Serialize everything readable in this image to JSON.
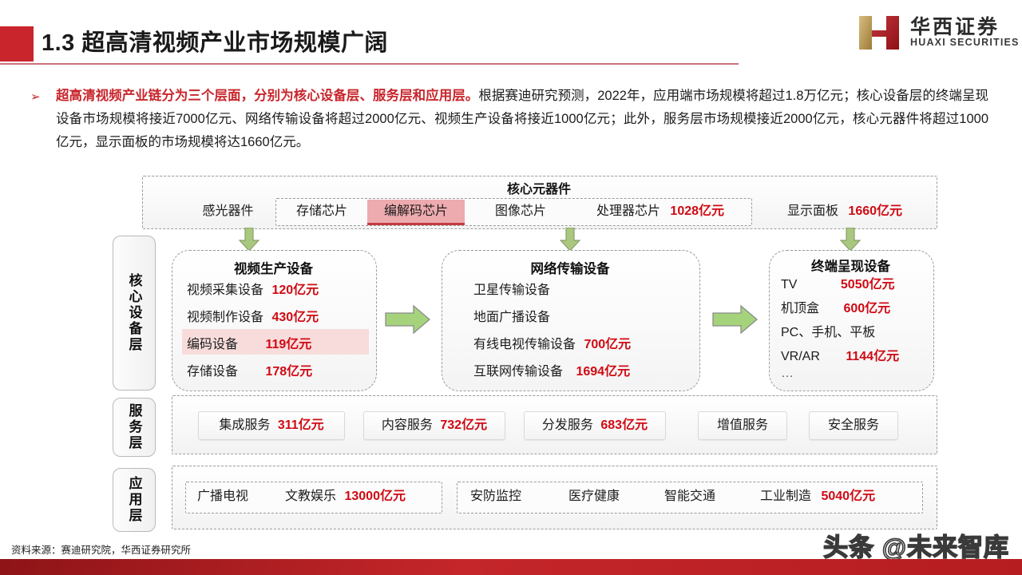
{
  "header": {
    "title": "1.3 超高清视频产业市场规模广阔",
    "accent_color": "#c8262c",
    "logo": {
      "cn": "华西证券",
      "en": "HUAXI SECURITIES",
      "gold": "#b99750",
      "red": "#b5202a"
    }
  },
  "bullet": {
    "marker": "➢",
    "highlight": "超高清视频产业链分为三个层面，分别为核心设备层、服务层和应用层。",
    "body": "根据赛迪研究预测，2022年，应用端市场规模将超过1.8万亿元；核心设备层的终端呈现设备市场规模将接近7000亿元、网络传输设备将超过2000亿元、视频生产设备将接近1000亿元；此外，服务层市场规模接近2000亿元，核心元器件将超过1000亿元，显示面板的市场规模将达1660亿元。"
  },
  "diagram": {
    "core_components": {
      "title": "核心元器件",
      "outside_left": {
        "label": "感光器件",
        "value": ""
      },
      "inner": [
        {
          "label": "存储芯片",
          "value": ""
        },
        {
          "label": "编解码芯片",
          "value": "",
          "highlight": true
        },
        {
          "label": "图像芯片",
          "value": ""
        },
        {
          "label": "处理器芯片",
          "value": "1028亿元"
        }
      ],
      "outside_right": {
        "label": "显示面板",
        "value": "1660亿元"
      }
    },
    "layers": {
      "core_equipment": "核心设备层",
      "service": "服务层",
      "application": "应用层"
    },
    "device_boxes": [
      {
        "title": "视频生产设备",
        "rows": [
          {
            "label": "视频采集设备",
            "value": "120亿元",
            "highlight": false
          },
          {
            "label": "视频制作设备",
            "value": "430亿元",
            "highlight": false
          },
          {
            "label": "编码设备",
            "value": "119亿元",
            "highlight": true
          },
          {
            "label": "存储设备",
            "value": "178亿元",
            "highlight": false
          }
        ]
      },
      {
        "title": "网络传输设备",
        "rows": [
          {
            "label": "卫星传输设备",
            "value": "",
            "highlight": false
          },
          {
            "label": "地面广播设备",
            "value": "",
            "highlight": false
          },
          {
            "label": "有线电视传输设备",
            "value": "700亿元",
            "highlight": false
          },
          {
            "label": "互联网传输设备",
            "value": "1694亿元",
            "highlight": false
          }
        ]
      },
      {
        "title": "终端呈现设备",
        "rows": [
          {
            "label": "TV",
            "value": "5050亿元",
            "highlight": false
          },
          {
            "label": "机顶盒",
            "value": "600亿元",
            "highlight": false
          },
          {
            "label": "PC、手机、平板",
            "value": "",
            "highlight": false
          },
          {
            "label": "VR/AR",
            "value": "1144亿元",
            "highlight": false
          },
          {
            "label": "…",
            "value": "",
            "highlight": false
          }
        ]
      }
    ],
    "service_items": [
      {
        "label": "集成服务",
        "value": "311亿元"
      },
      {
        "label": "内容服务",
        "value": "732亿元"
      },
      {
        "label": "分发服务",
        "value": "683亿元"
      },
      {
        "label": "增值服务",
        "value": ""
      },
      {
        "label": "安全服务",
        "value": ""
      }
    ],
    "application_groups": [
      {
        "items": [
          {
            "label": "广播电视",
            "value": ""
          },
          {
            "label": "文教娱乐",
            "value": "13000亿元"
          }
        ]
      },
      {
        "items": [
          {
            "label": "安防监控",
            "value": ""
          },
          {
            "label": "医疗健康",
            "value": ""
          },
          {
            "label": "智能交通",
            "value": ""
          },
          {
            "label": "工业制造",
            "value": "5040亿元"
          }
        ]
      }
    ],
    "colors": {
      "value_red": "#d00a13",
      "highlight_pink": "#f8dcdc",
      "chip_pink": "#eeabaf",
      "arrow_green": "#a9c77f"
    }
  },
  "footer": {
    "source": "资料来源：赛迪研究院，华西证券研究所",
    "watermark": "头条 @未来智库",
    "bar_color": "#bb1e22"
  }
}
